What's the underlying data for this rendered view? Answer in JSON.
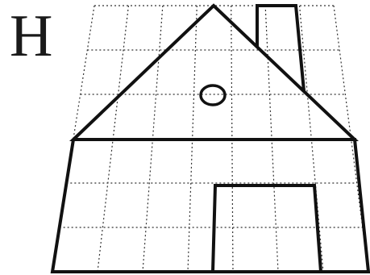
{
  "figure": {
    "label": "H",
    "subject": "house",
    "grid": {
      "columns": 7,
      "rows": 6,
      "style": "dotted",
      "perspective": true
    },
    "parts": [
      "roof",
      "chimney",
      "round-window",
      "walls",
      "door"
    ]
  }
}
